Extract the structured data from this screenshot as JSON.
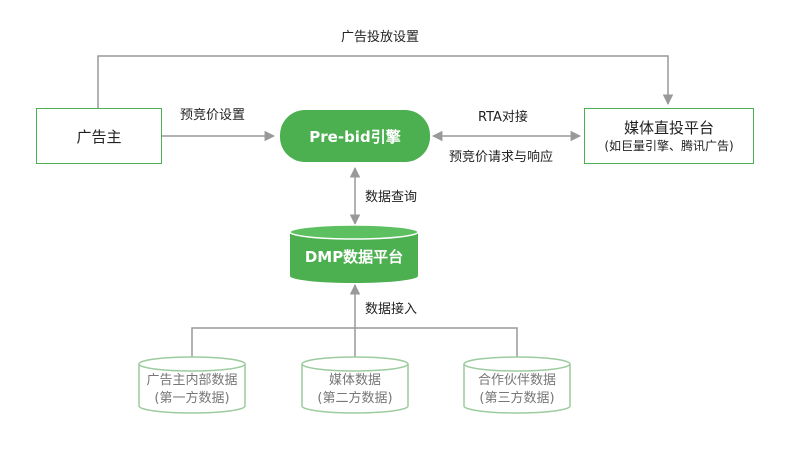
{
  "colors": {
    "accent": "#4caf50",
    "source_border": "#9ccc9e",
    "line": "#999999"
  },
  "top_label": "广告投放设置",
  "advertiser": {
    "label": "广告主"
  },
  "engine": {
    "label": "Pre-bid引擎"
  },
  "media_platform": {
    "title": "媒体直投平台",
    "subtitle": "(如巨量引擎、腾讯广告)"
  },
  "dmp": {
    "label": "DMP数据平台"
  },
  "edges": {
    "prebid_setting": "预竞价设置",
    "rta": "RTA对接",
    "prebid_request": "预竞价请求与响应",
    "data_query": "数据查询",
    "data_ingest": "数据接入"
  },
  "sources": [
    {
      "name": "广告主内部数据",
      "sub": "(第一方数据)"
    },
    {
      "name": "媒体数据",
      "sub": "(第二方数据)"
    },
    {
      "name": "合作伙伴数据",
      "sub": "(第三方数据)"
    }
  ]
}
